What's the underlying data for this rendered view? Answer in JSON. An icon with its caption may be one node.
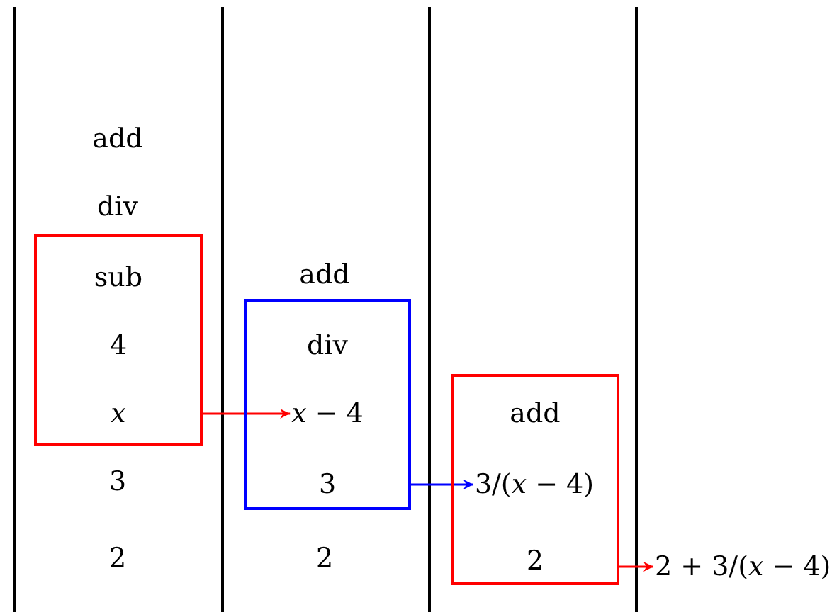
{
  "diagram": {
    "nodes": [
      {
        "text": [
          "sub",
          "4",
          "x"
        ]
      },
      {
        "text": [
          "div",
          "3"
        ]
      },
      {
        "text": [
          "*x* − 4"
        ],
        "in": 1
      },
      {
        "text": [
          "add",
          "2"
        ]
      },
      {
        "text": [
          "3/(*x* − 4)"
        ],
        "in": 3
      },
      {
        "text": [
          "2 + 3/(*x* − 4)"
        ]
      }
    ],
    "edges": [
      {
        "from": 0,
        "to": 2,
        "arrow": "to"
      },
      {
        "from": 1,
        "to": 4,
        "arrow": "to",
        "color": "#0000ff"
      },
      {
        "from": 3,
        "to": 5,
        "arrow": "to"
      }
    ],
    "labels": [
      "add",
      "div",
      "add",
      "3",
      "2",
      "2"
    ]
  }
}
